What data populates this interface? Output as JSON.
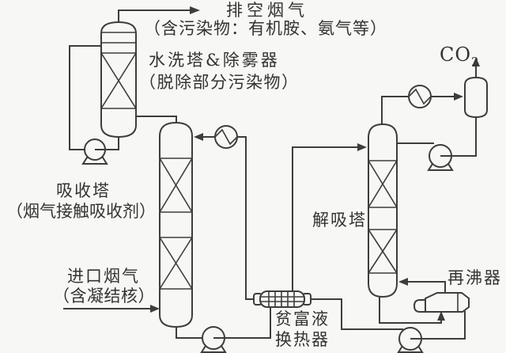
{
  "figure": {
    "colors": {
      "line": "#3d3d3d",
      "text": "#333333",
      "background": "#f7f7f5"
    },
    "labels": {
      "vent_gas": "排空烟气",
      "vent_gas_note": "（含污染物：有机胺、氨气等）",
      "wash_tower": "水洗塔&除雾器",
      "wash_tower_note": "（脱除部分污染物）",
      "co2_base": "CO",
      "co2_sub": "2",
      "absorber": "吸收塔",
      "absorber_note": "（烟气接触吸收剂）",
      "desorber": "解吸塔",
      "inlet_gas": "进口烟气",
      "inlet_gas_note": "（含凝结核）",
      "reboiler": "再沸器",
      "hx_line1": "贫富液",
      "hx_line2": "换热器"
    }
  }
}
